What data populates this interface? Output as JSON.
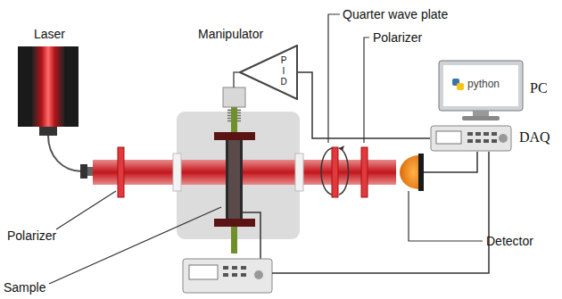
{
  "diagram": {
    "nodes": [
      {
        "text": [
          "P I D"
        ]
      },
      {
        "text": [
          "python",
          "PC"
        ]
      },
      {
        "text": [
          "DAQ"
        ]
      }
    ],
    "edges": [
      {
        "from": 0,
        "to": 2,
        "arrow": "none"
      }
    ],
    "labels": [
      "Laser",
      "Polarizer",
      "Sample",
      "Manipulator",
      "Quarter wave plate",
      "Polarizer",
      "Detector"
    ]
  }
}
